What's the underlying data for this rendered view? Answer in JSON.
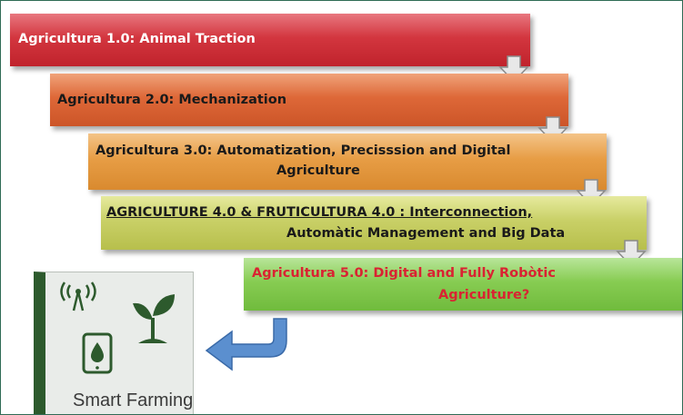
{
  "steps": [
    {
      "line1": "Agricultura 1.0: Animal Traction",
      "color": "#d3363f"
    },
    {
      "line1": "Agricultura 2.0: Mechanization",
      "color": "#de6838"
    },
    {
      "line1": "Agricultura 3.0:    Automatization, Precisssion and Digital",
      "line2": "Agriculture",
      "color": "#e79d45"
    },
    {
      "line1": "AGRICULTURE 4.0 & FRUTICULTURA 4.0 : Interconnection,",
      "line2": "Automàtic Management and Big Data",
      "color": "#c9d067"
    },
    {
      "line1": "Agricultura 5.0:  Digital and Fully Robòtic",
      "line2": "Agriculture?",
      "color": "#87cc52",
      "text_color": "#d92332"
    }
  ],
  "smart_farming": {
    "label": "Smart Farming",
    "icons": [
      "antenna-signal-icon",
      "plant-sprout-icon",
      "tablet-water-drop-icon"
    ],
    "color": "#2d5a2d"
  },
  "arrow_color": "#4f81bd"
}
